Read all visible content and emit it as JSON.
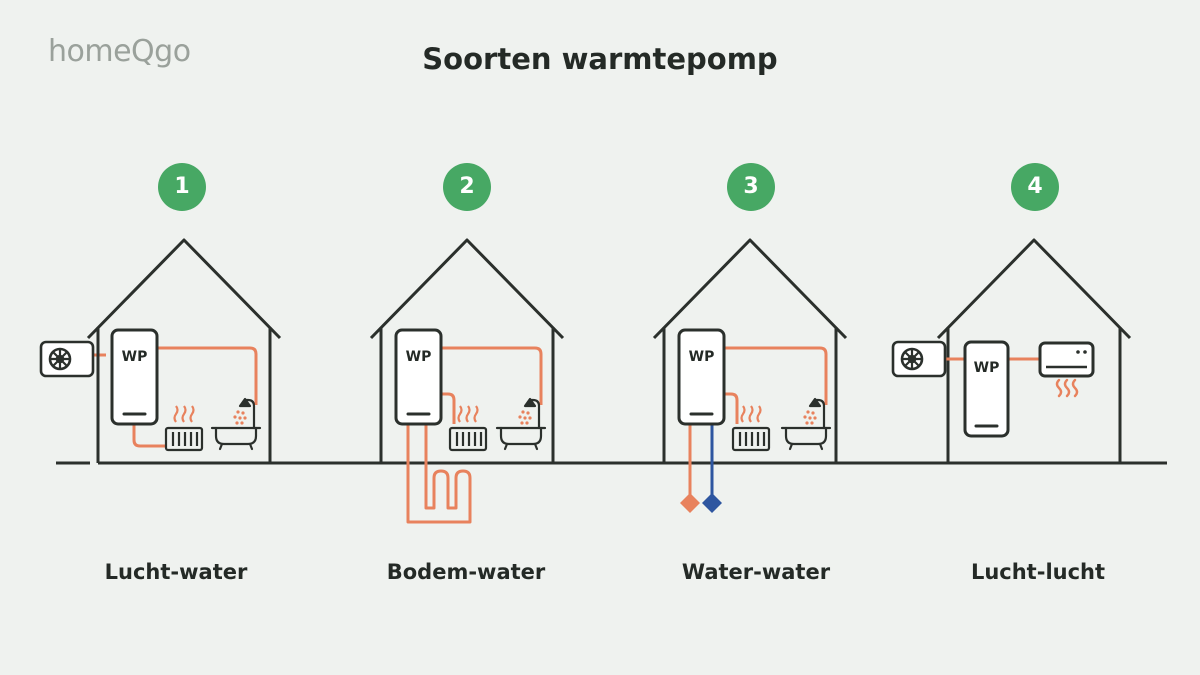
{
  "brand": {
    "logo_text": "homeQgo"
  },
  "title": "Soorten warmtepomp",
  "unit_label": "WP",
  "types": [
    {
      "number": "1",
      "label": "Lucht-water"
    },
    {
      "number": "2",
      "label": "Bodem-water"
    },
    {
      "number": "3",
      "label": "Water-water"
    },
    {
      "number": "4",
      "label": "Lucht-lucht"
    }
  ],
  "colors": {
    "background": "#eff2ef",
    "line": "#2b302c",
    "pipe_warm": "#e8825d",
    "pipe_cold": "#2e56a0",
    "badge": "#47a864",
    "logo": "#9aa19b"
  }
}
